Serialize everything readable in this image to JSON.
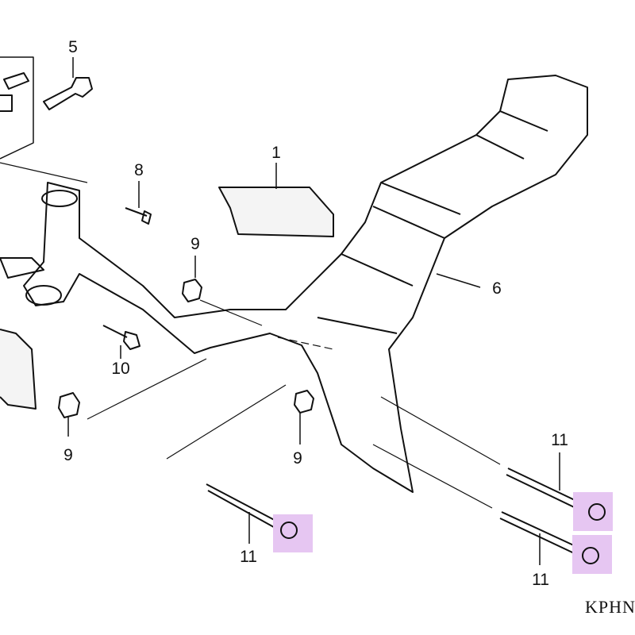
{
  "callouts": [
    {
      "id": "c5",
      "text": "5"
    },
    {
      "id": "c8",
      "text": "8"
    },
    {
      "id": "c1",
      "text": "1"
    },
    {
      "id": "c9a",
      "text": "9"
    },
    {
      "id": "c6",
      "text": "6"
    },
    {
      "id": "c10",
      "text": "10"
    },
    {
      "id": "c9b",
      "text": "9"
    },
    {
      "id": "c9c",
      "text": "9"
    },
    {
      "id": "c11a",
      "text": "11"
    },
    {
      "id": "c11b",
      "text": "11"
    },
    {
      "id": "c11c",
      "text": "11"
    }
  ],
  "diagram_code": "KPHN",
  "colors": {
    "highlight": "#e6c6f2",
    "line": "#111111"
  }
}
